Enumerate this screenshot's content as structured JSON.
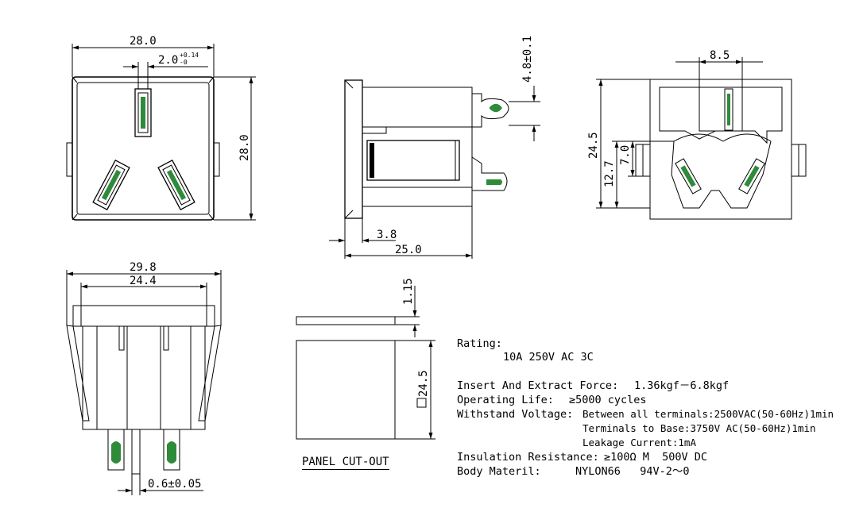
{
  "dims": {
    "front_width": "28.0",
    "slot_width": "2.0",
    "slot_tol_upper": "+0.14",
    "slot_tol_lower": "-0",
    "front_height": "28.0",
    "pin_offset": "4.8±0.1",
    "flange": "3.8",
    "depth": "25.0",
    "rear_width": "8.5",
    "rear_height": "24.5",
    "rear_mid": "12.7",
    "rear_small": "7.0",
    "bottom_outer": "29.8",
    "bottom_inner": "24.4",
    "pin_thickness": "0.6±0.05",
    "cutout_gap": "1.15",
    "cutout_size": "24.5"
  },
  "panel_cutout_label": "PANEL CUT-OUT",
  "specs": {
    "rating_label": "Rating:",
    "rating_value": "10A 250V AC 3C",
    "force_label": "Insert And Extract Force:",
    "force_value": "1.36kgf－6.8kgf",
    "life_label": "Operating Life:",
    "life_value": "≥5000 cycles",
    "voltage_label": "Withstand Voltage:",
    "voltage_line1": "Between all terminals:2500VAC(50-60Hz)1min",
    "voltage_line2": "Terminals to Base:3750V AC(50-60Hz)1min",
    "voltage_line3": "Leakage Current:1mA",
    "insulation_label": "Insulation Resistance:",
    "insulation_value": "≥100Ω M  500V DC",
    "material_label": "Body Materil:",
    "material_value": "NYLON66   94V-2～0"
  },
  "colors": {
    "line": "#000000",
    "contact": "#2e8b3a"
  }
}
